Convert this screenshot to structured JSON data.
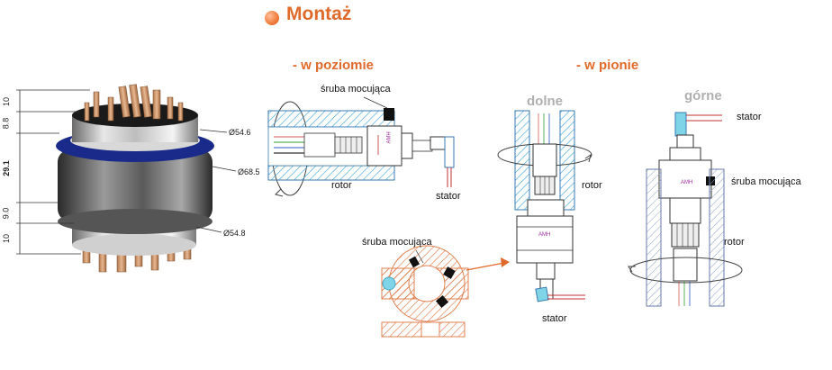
{
  "title": "Montaż",
  "sections": {
    "horizontal": "- w poziomie",
    "vertical": "- w pionie"
  },
  "vertical_views": {
    "bottom": "dolne",
    "top": "górne"
  },
  "labels": {
    "mounting_screw": "śruba mocująca",
    "rotor": "rotor",
    "stator": "stator",
    "brand": "AMH"
  },
  "dimensions": {
    "dia_top": "Ø54.6",
    "dia_mid": "Ø68.5",
    "dia_bottom": "Ø54.8",
    "h1": "10",
    "h2": "8.8",
    "h3": "29.1",
    "h4": "9.0",
    "h5": "10"
  },
  "colors": {
    "accent": "#e06a2b",
    "hatch": "#e08050",
    "blue_hatch": "#4aa8e0",
    "band": "#1a2a8a"
  }
}
